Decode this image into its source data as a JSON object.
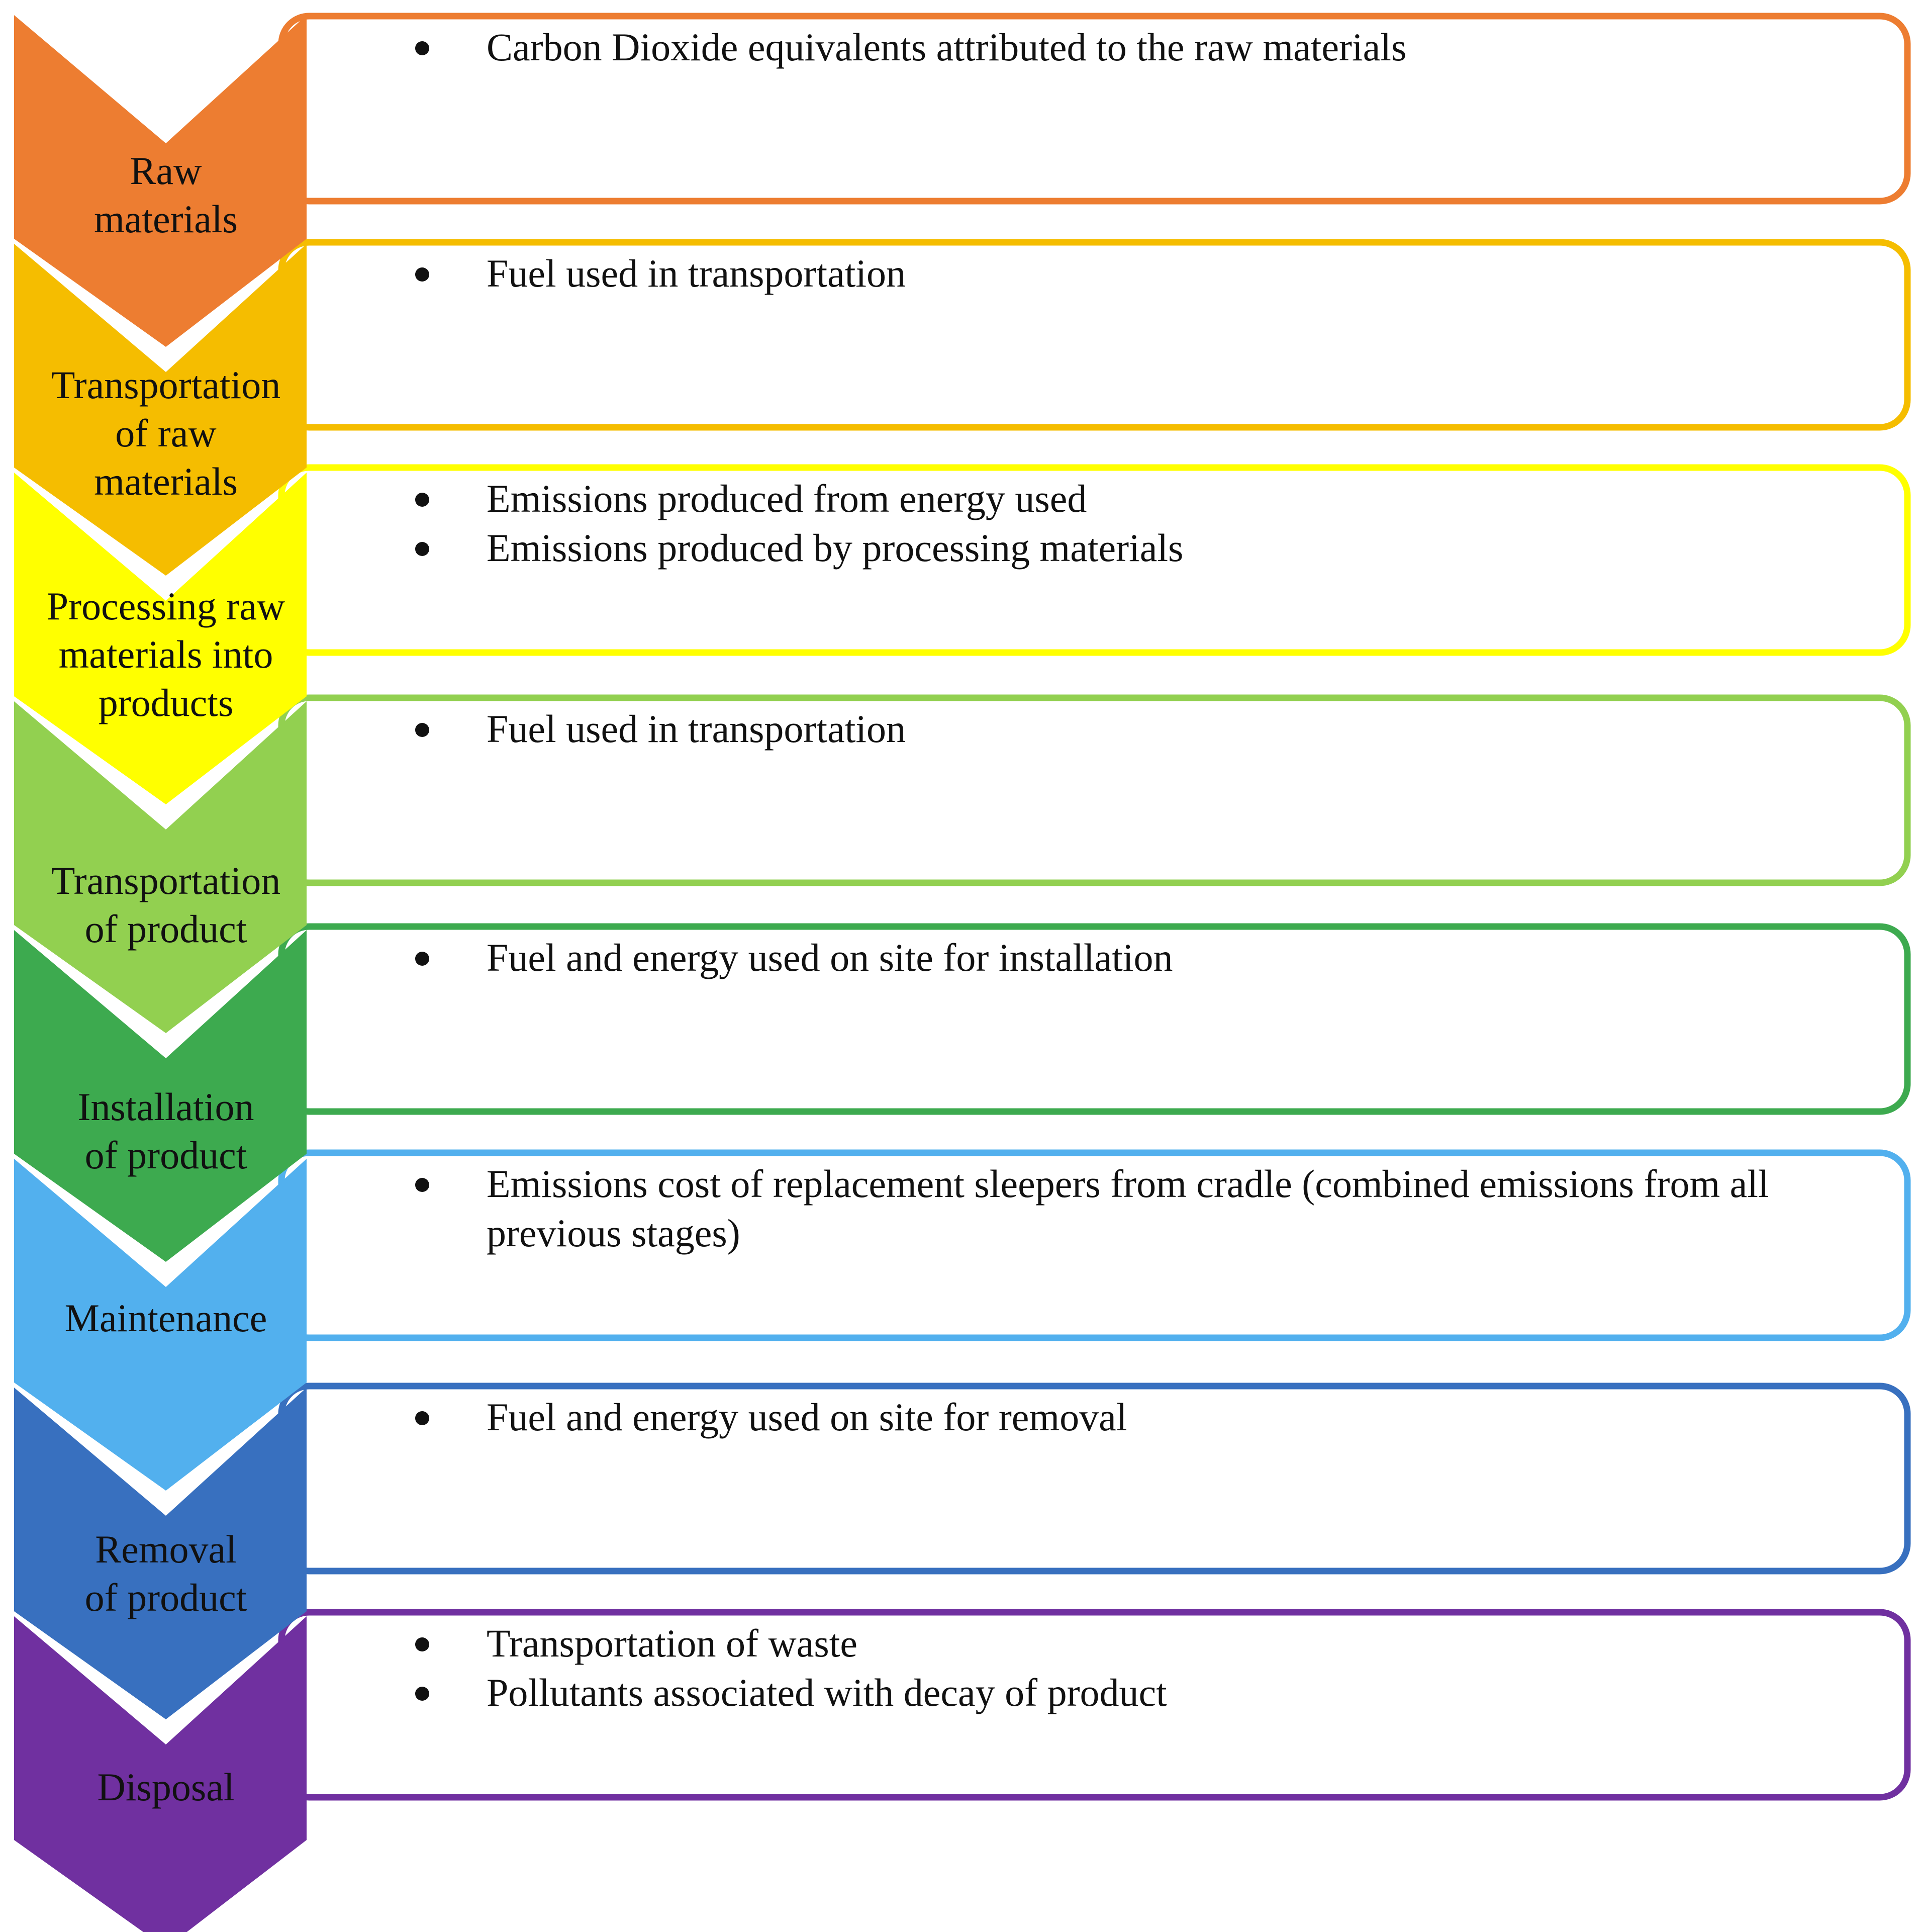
{
  "stages": [
    {
      "label_lines": [
        "Raw",
        "materials"
      ],
      "color": "#ED7D31",
      "bullets": [
        [
          "Carbon Dioxide equivalents attributed to the raw materials"
        ]
      ]
    },
    {
      "label_lines": [
        "Transportation",
        "of raw",
        "materials"
      ],
      "color": "#F5BD00",
      "bullets": [
        [
          "Fuel used in transportation"
        ]
      ]
    },
    {
      "label_lines": [
        "Processing raw",
        "materials into",
        "products"
      ],
      "color": "#FFFF00",
      "bullets": [
        [
          "Emissions produced from energy used"
        ],
        [
          "Emissions produced by processing materials"
        ]
      ]
    },
    {
      "label_lines": [
        "Transportation",
        "of product"
      ],
      "color": "#92D050",
      "bullets": [
        [
          "Fuel used in transportation"
        ]
      ]
    },
    {
      "label_lines": [
        "Installation",
        "of product"
      ],
      "color": "#3DAA4F",
      "bullets": [
        [
          "Fuel and energy used on site for installation"
        ]
      ]
    },
    {
      "label_lines": [
        "Maintenance"
      ],
      "color": "#52B0EE",
      "bullets": [
        [
          "Emissions cost of replacement sleepers from cradle (combined emissions from all",
          "previous stages)"
        ]
      ]
    },
    {
      "label_lines": [
        "Removal",
        "of product"
      ],
      "color": "#3870BF",
      "bullets": [
        [
          "Fuel and energy used on site for removal"
        ]
      ]
    },
    {
      "label_lines": [
        "Disposal"
      ],
      "color": "#7030A0",
      "bullets": [
        [
          "Transportation of waste"
        ],
        [
          "Pollutants associated with decay of product"
        ]
      ]
    }
  ]
}
